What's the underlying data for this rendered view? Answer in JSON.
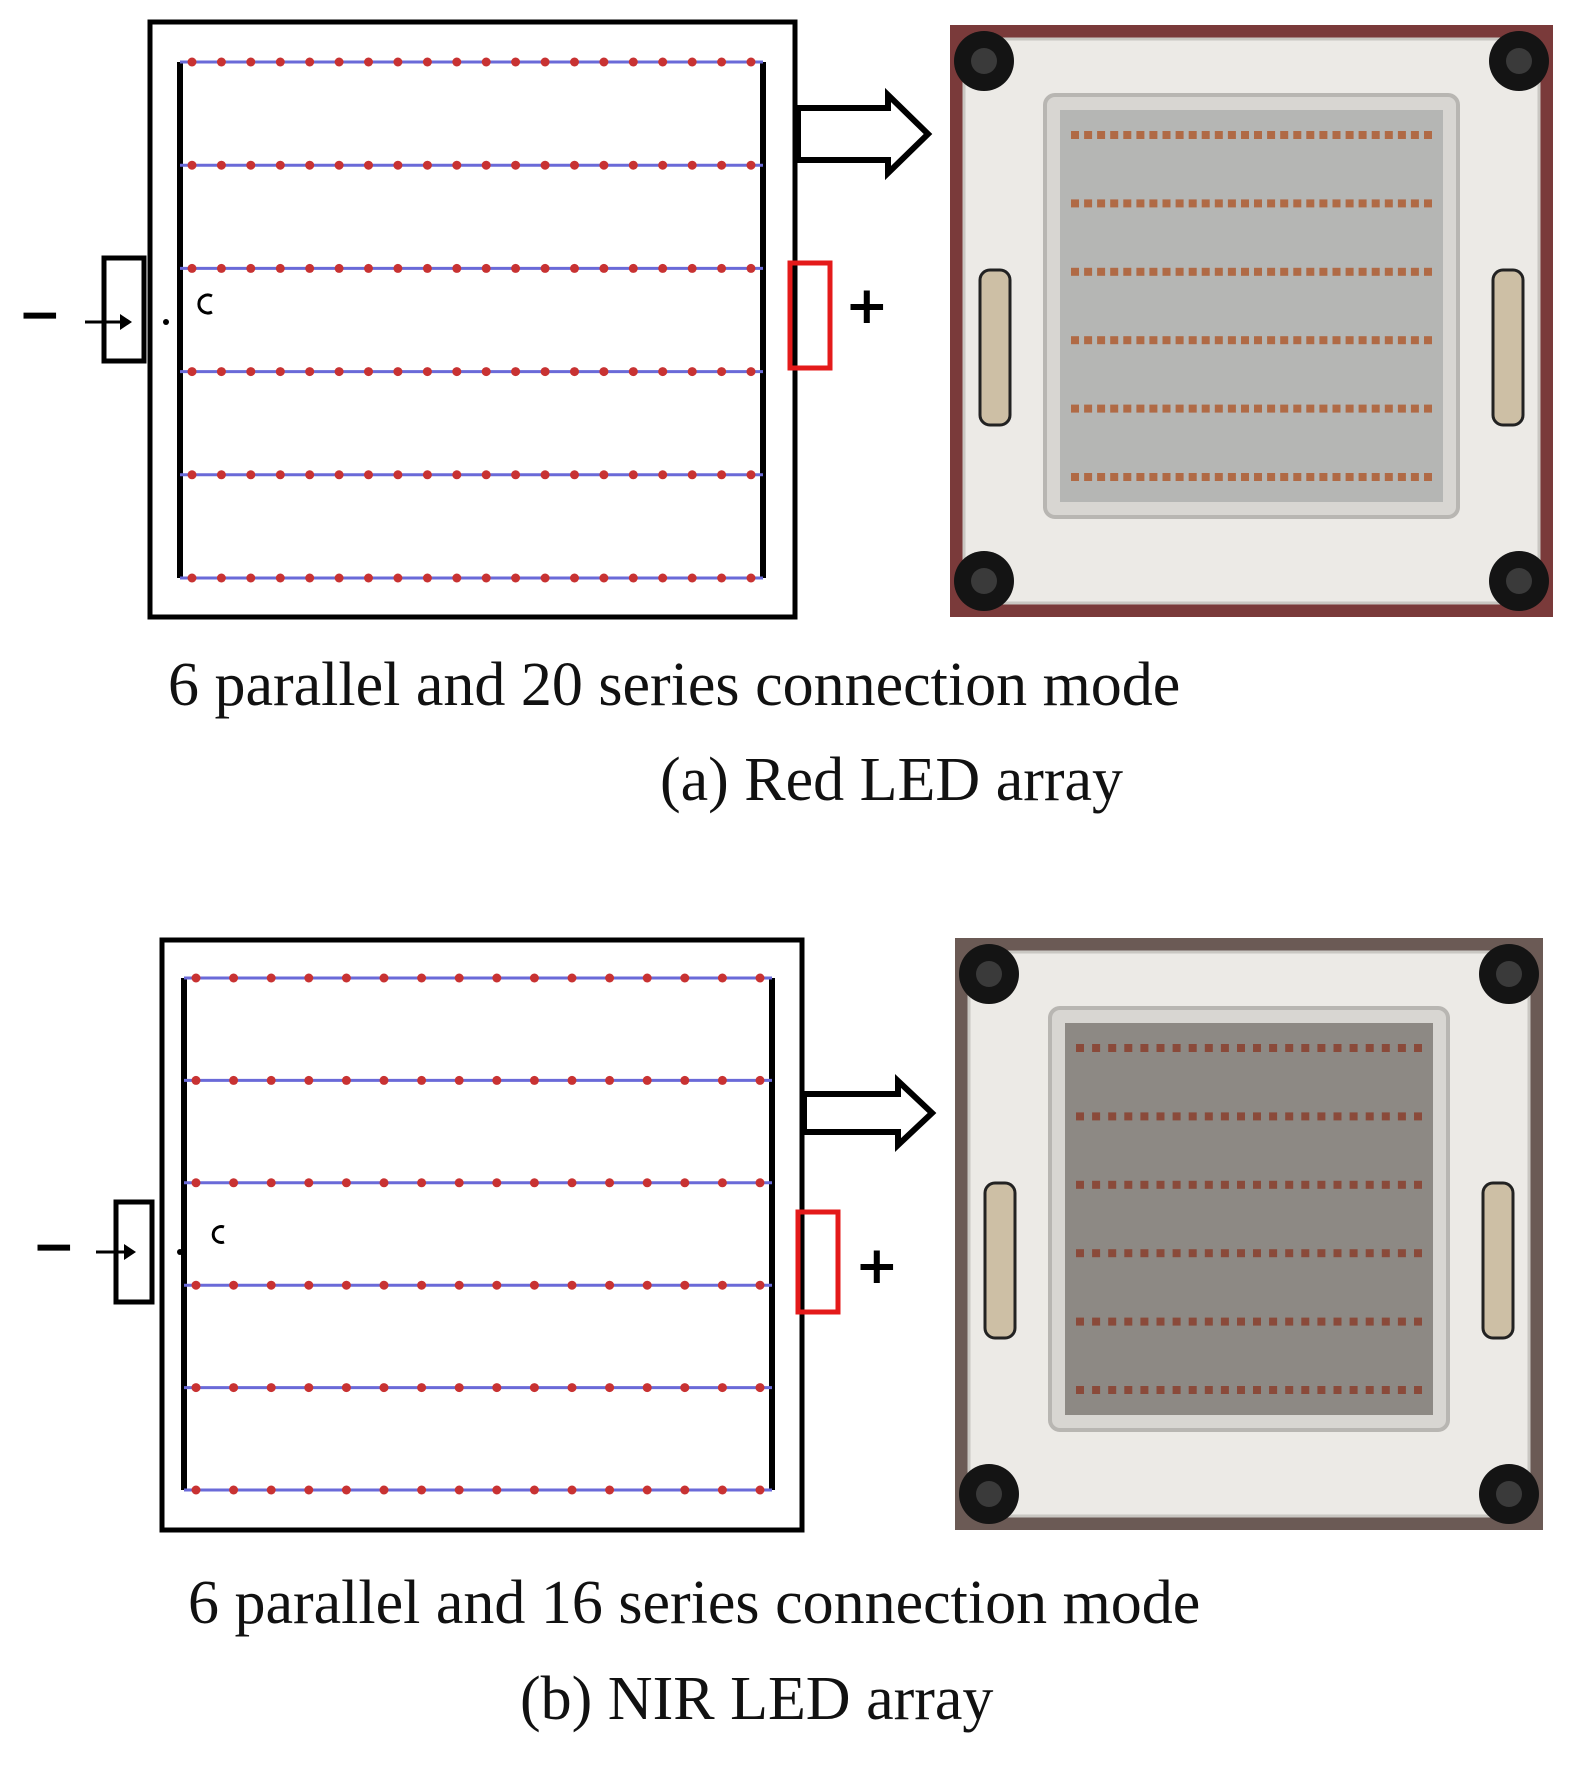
{
  "panels": [
    {
      "id": "a",
      "caption_mode": "6 parallel and 20 series connection mode",
      "caption_label": "(a) Red LED array",
      "terminal_negative": "−",
      "terminal_positive": "+",
      "parallel_strings": 6,
      "leds_per_string": 20,
      "photo_leds_per_row": 28,
      "photo_style": "red"
    },
    {
      "id": "b",
      "caption_mode": "6 parallel and 16 series connection mode",
      "caption_label": "(b) NIR LED array",
      "terminal_negative": "−",
      "terminal_positive": "+",
      "parallel_strings": 6,
      "leds_per_string": 16,
      "photo_leds_per_row": 22,
      "photo_style": "nir"
    }
  ],
  "colors": {
    "wire": "#6a6ad8",
    "led": "#c83232",
    "positive_terminal": "#e41a1a",
    "frame": "#000000"
  },
  "icons": {
    "arrow": "hollow-right-arrow-icon",
    "module": "led-module-photo"
  }
}
